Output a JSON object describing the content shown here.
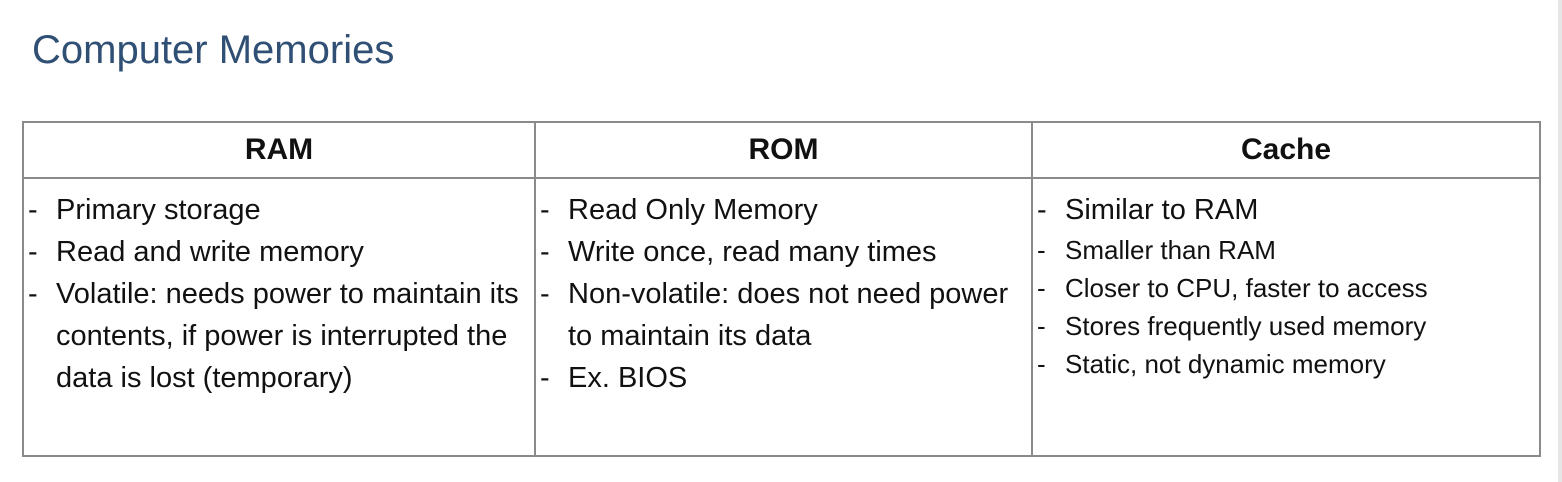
{
  "title": "Computer Memories",
  "table": {
    "columns": [
      {
        "header": "RAM",
        "points": [
          "Primary storage",
          "Read and write memory",
          "Volatile: needs power to maintain its contents, if power is interrupted the data is lost (temporary)"
        ]
      },
      {
        "header": "ROM",
        "points": [
          "Read Only Memory",
          "Write once, read many times",
          "Non-volatile: does not need power to maintain its data",
          "Ex. BIOS"
        ]
      },
      {
        "header": "Cache",
        "points": [
          "Similar to RAM",
          "Smaller than RAM",
          "Closer to CPU, faster to access",
          "Stores frequently used memory",
          "Static, not dynamic memory"
        ]
      }
    ],
    "bullet": "-"
  },
  "colors": {
    "title": "#2f4f74",
    "border": "#8a8a8a",
    "text": "#111111"
  }
}
